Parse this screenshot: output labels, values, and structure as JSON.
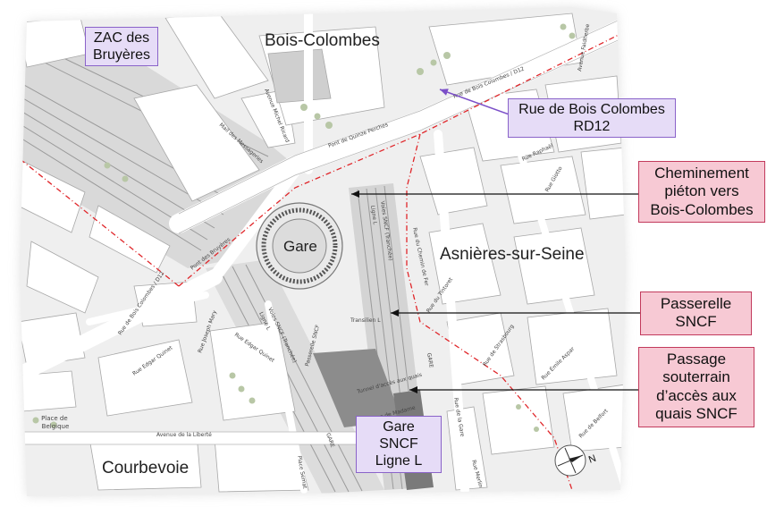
{
  "places": {
    "bois_colombes": "Bois-Colombes",
    "asnieres": "Asnières-sur-Seine",
    "courbevoie": "Courbevoie",
    "gare": "Gare"
  },
  "callouts": {
    "zac": "ZAC des\nBruyères",
    "rue_bois_colombes": "Rue de Bois Colombes\nRD12",
    "cheminement": "Cheminement\npiéton vers\nBois-Colombes",
    "passerelle": "Passerelle\nSNCF",
    "passage": "Passage\nsouterrain\nd’accès aux\nquais SNCF",
    "gare_sncf": "Gare SNCF\nLigne L"
  },
  "streets": {
    "rue_bc_d12_top": "Rue de Bois Colombes / D12",
    "rue_bc_d12_left": "Rue de Bois Colombes / D12",
    "pont_quinze": "Pont de Quinze Perches",
    "pont_bruyeres": "Pont des Bruyères",
    "mail_messageries": "Mail des Messageries",
    "av_michel_ricard": "Avenue Michel Ricard",
    "voies_sncf_top": "Voies SNCF (Tranchée)",
    "ligne_l_top": "Ligne L",
    "voies_sncf_bottom": "Voies SNCF (Tranchée)",
    "ligne_l_bottom": "Ligne L",
    "passerelle_sncf": "Passerelle SNCF",
    "transilien": "Transilien L",
    "tunnel": "Tunnel d'accès aux quais",
    "gare_label": "GARE",
    "gare_label2": "GARE",
    "rue_raphael": "Rue Raphaël",
    "rue_tintoret": "Rue du Tintoret",
    "rue_giotto": "Rue Giotto",
    "rue_strasbourg": "Rue de Strasbourg",
    "rue_emile_aspar": "Rue Émile Aspar",
    "rue_belfort": "Rue de Belfort",
    "rue_gare": "Rue de la Gare",
    "rue_merlin": "Rue Merlin",
    "rue_edgar_quinet": "Rue Edgar Quinet",
    "rue_edgar_quinet2": "Rue Edgar Quinet",
    "rue_joseph_mary": "Rue Joseph Mary",
    "av_liberte": "Avenue de la Liberté",
    "place_belgique": "Place de\nBelgique",
    "place_semat": "Place Semat",
    "rue_du_chemin": "Rue du Chemin de Fer",
    "rue_mme": "Rue de Madame",
    "av_faidherbe": "Avenue Faidherbe"
  },
  "compass": {
    "north": "N"
  },
  "colors": {
    "callout_purple_bg": "#e6dcf7",
    "callout_pink_bg": "#f7c9d4",
    "boundary": "#e0262a",
    "arrow": "#111111",
    "purple_arrow": "#7b4fc8"
  }
}
